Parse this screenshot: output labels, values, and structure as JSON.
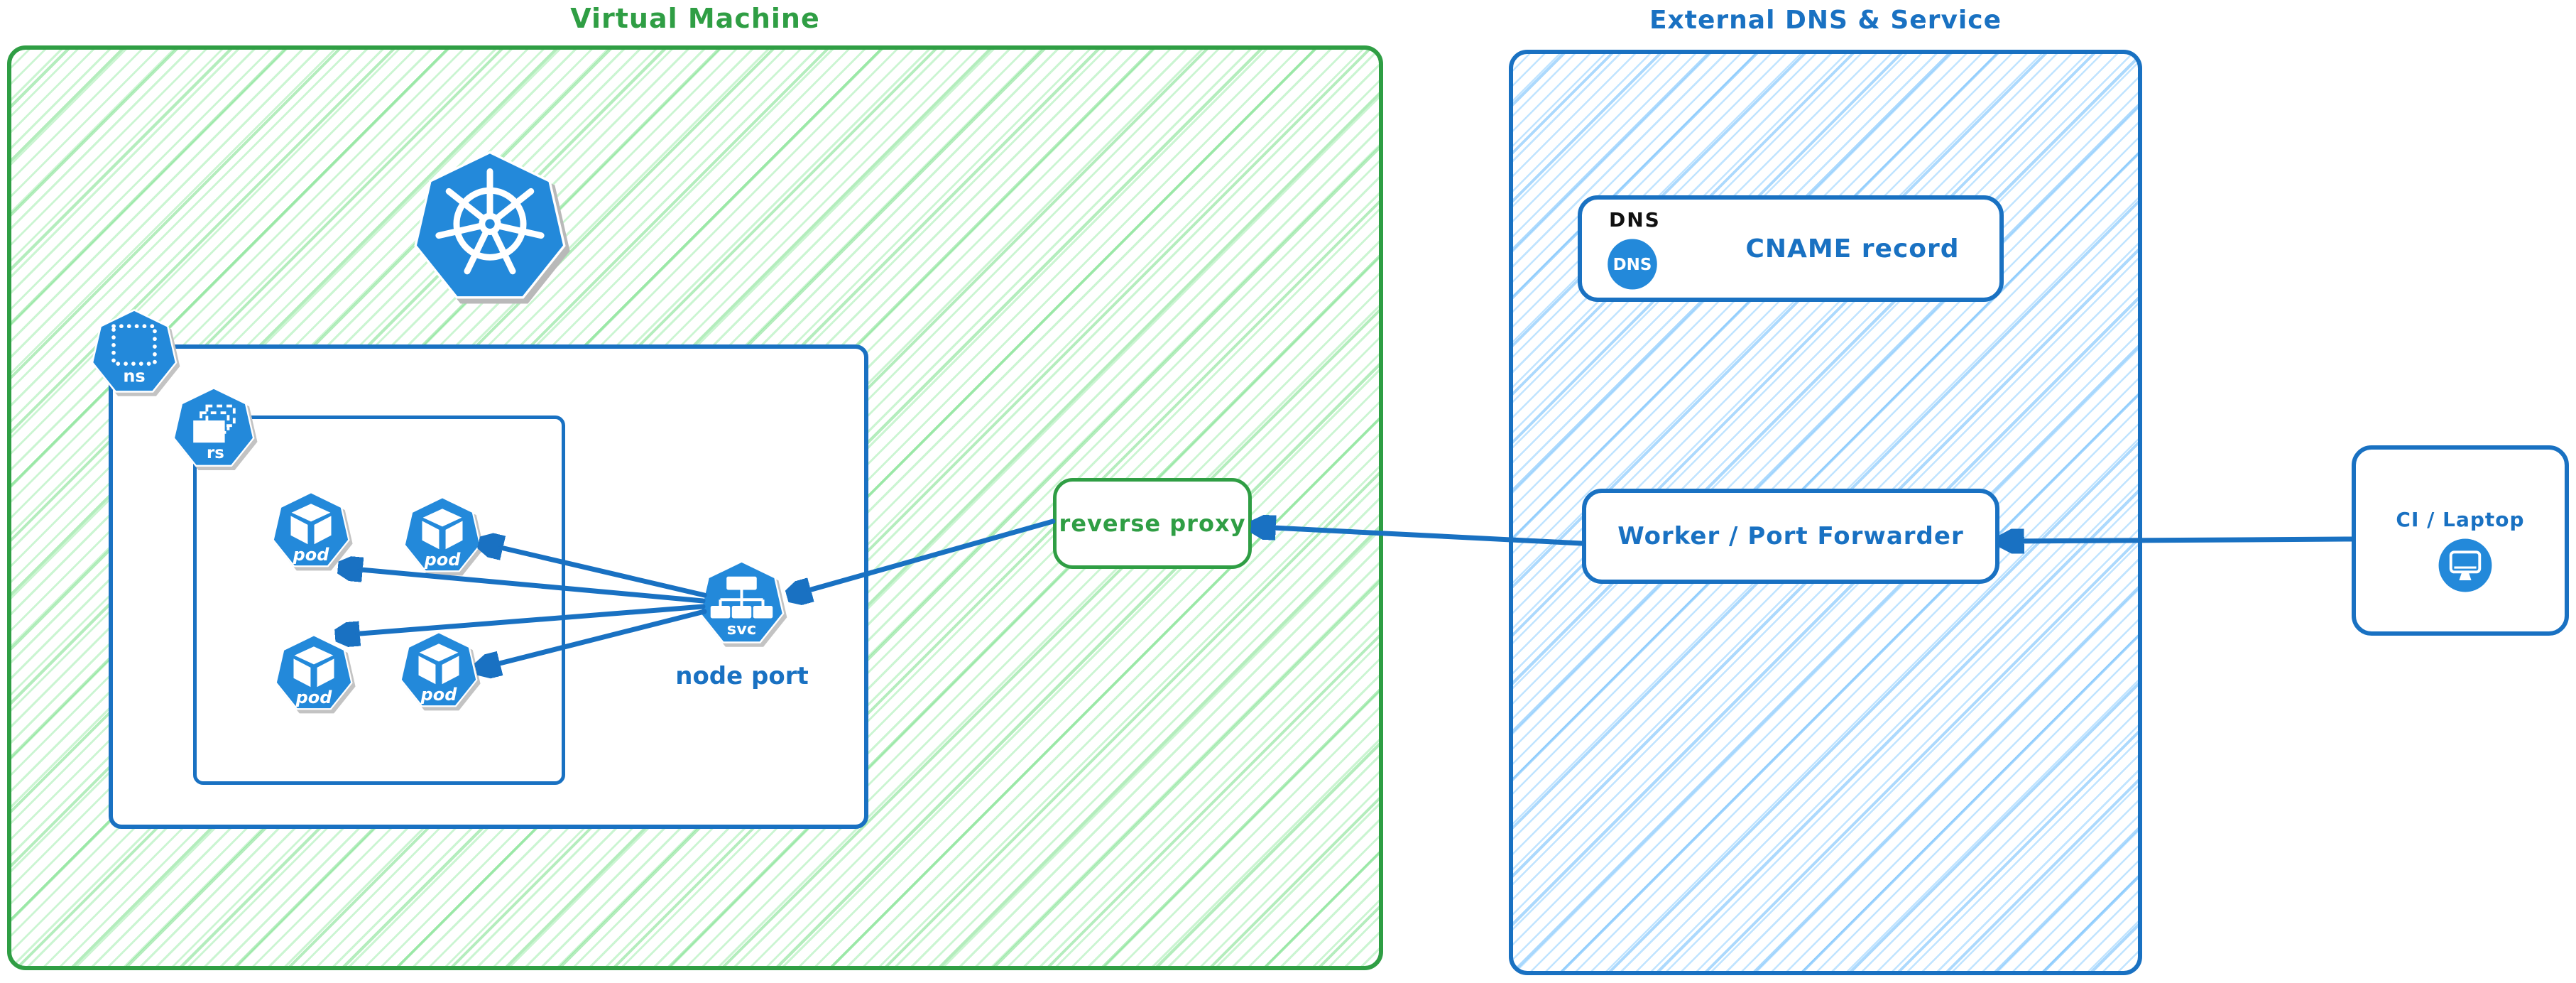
{
  "colors": {
    "green_accent": "#2f9e44",
    "blue_accent": "#1971c2",
    "icon_blue": "#2389da",
    "hatch_green": "#8ce99a",
    "hatch_blue": "#a5d8ff",
    "tag_black": "#111111"
  },
  "vm": {
    "title": "Virtual Machine",
    "node_port_label": "node port",
    "reverse_proxy_label": "reverse proxy",
    "icons": {
      "kubernetes": "kubernetes",
      "namespace": "ns",
      "replicaset": "rs",
      "service": "svc",
      "pods": [
        "pod",
        "pod",
        "pod",
        "pod"
      ]
    }
  },
  "external": {
    "title": "External DNS & Service",
    "dns_tag": "DNS",
    "dns_icon": "DNS",
    "cname_label": "CNAME record",
    "worker_label": "Worker / Port Forwarder"
  },
  "ci": {
    "label": "CI / Laptop"
  }
}
